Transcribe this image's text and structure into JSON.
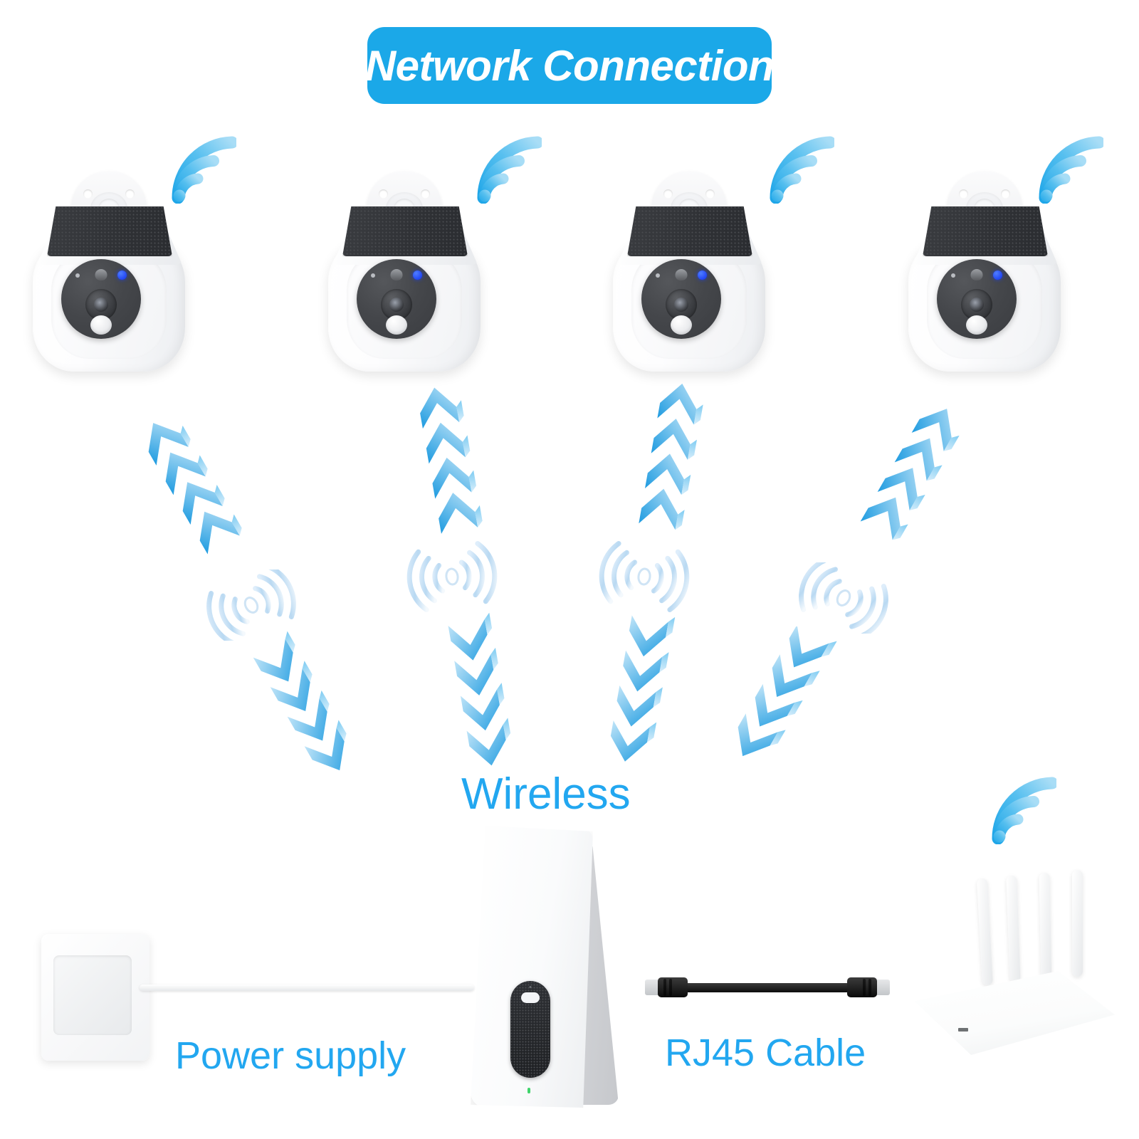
{
  "title": {
    "text": "Network Connection",
    "background": "#1BA8E8",
    "color": "#FFFFFF"
  },
  "labels": {
    "wireless": "Wireless",
    "power_supply": "Power supply",
    "rj45_cable": "RJ45 Cable",
    "accent_color": "#22A7F0"
  },
  "devices": {
    "cameras": [
      {
        "name": "Solar Wireless Camera 1",
        "wifi": "wifi-icon",
        "led": "blue"
      },
      {
        "name": "Solar Wireless Camera 2",
        "wifi": "wifi-icon",
        "led": "blue"
      },
      {
        "name": "Solar Wireless Camera 3",
        "wifi": "wifi-icon",
        "led": "blue"
      },
      {
        "name": "Solar Wireless Camera 4",
        "wifi": "wifi-icon",
        "led": "blue"
      }
    ],
    "camera_count": 4,
    "nvr": {
      "name": "Wireless NVR Base Station",
      "status_led": "green"
    },
    "router": {
      "name": "Wi-Fi Router",
      "antenna_count": 4,
      "wifi": "wifi-icon"
    },
    "outlet": {
      "name": "Wall Power Outlet"
    },
    "cable": {
      "name": "RJ45 Ethernet Patch Cable",
      "color": "#0D0D0D"
    }
  },
  "connections": [
    {
      "from": "camera-1",
      "to": "nvr",
      "type": "wireless",
      "arrows": 8
    },
    {
      "from": "camera-2",
      "to": "nvr",
      "type": "wireless",
      "arrows": 8
    },
    {
      "from": "camera-3",
      "to": "nvr",
      "type": "wireless",
      "arrows": 8
    },
    {
      "from": "camera-4",
      "to": "nvr",
      "type": "wireless",
      "arrows": 8
    },
    {
      "from": "outlet",
      "to": "nvr",
      "type": "power"
    },
    {
      "from": "nvr",
      "to": "router",
      "type": "rj45"
    }
  ],
  "colors": {
    "arrow_dark": "#1E9BE0",
    "arrow_light": "#BFE4F8",
    "wifi_dark": "#1FA6E8",
    "wifi_light": "#9ED8F4",
    "solar_panel": "#303236",
    "body_white": "#FFFFFF"
  }
}
